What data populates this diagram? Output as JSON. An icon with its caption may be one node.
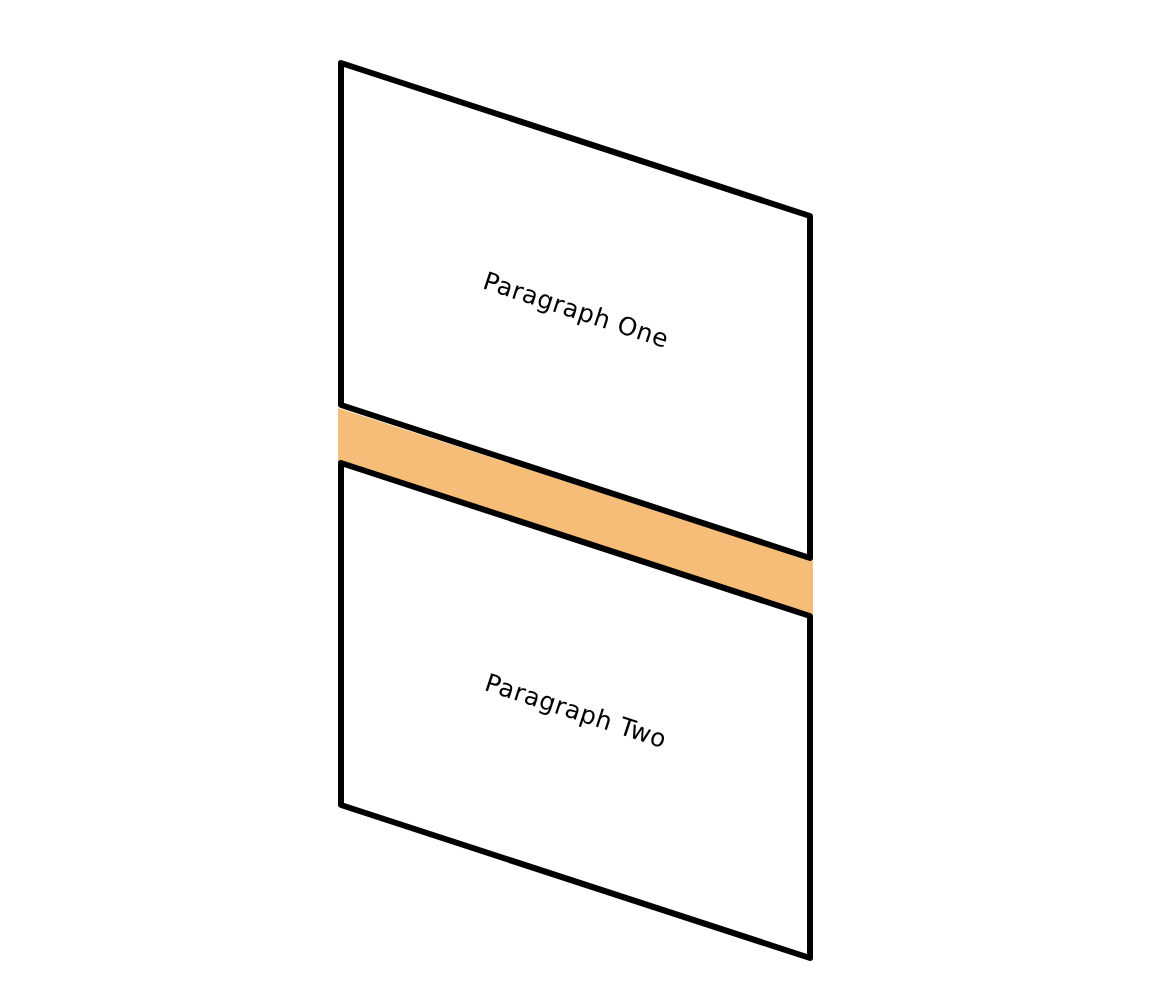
{
  "diagram": {
    "nodes": [
      {
        "text": [
          "Paragraph One"
        ]
      },
      {
        "text": [],
        "shape": "bar"
      },
      {
        "text": [
          "Paragraph Two"
        ]
      }
    ]
  }
}
